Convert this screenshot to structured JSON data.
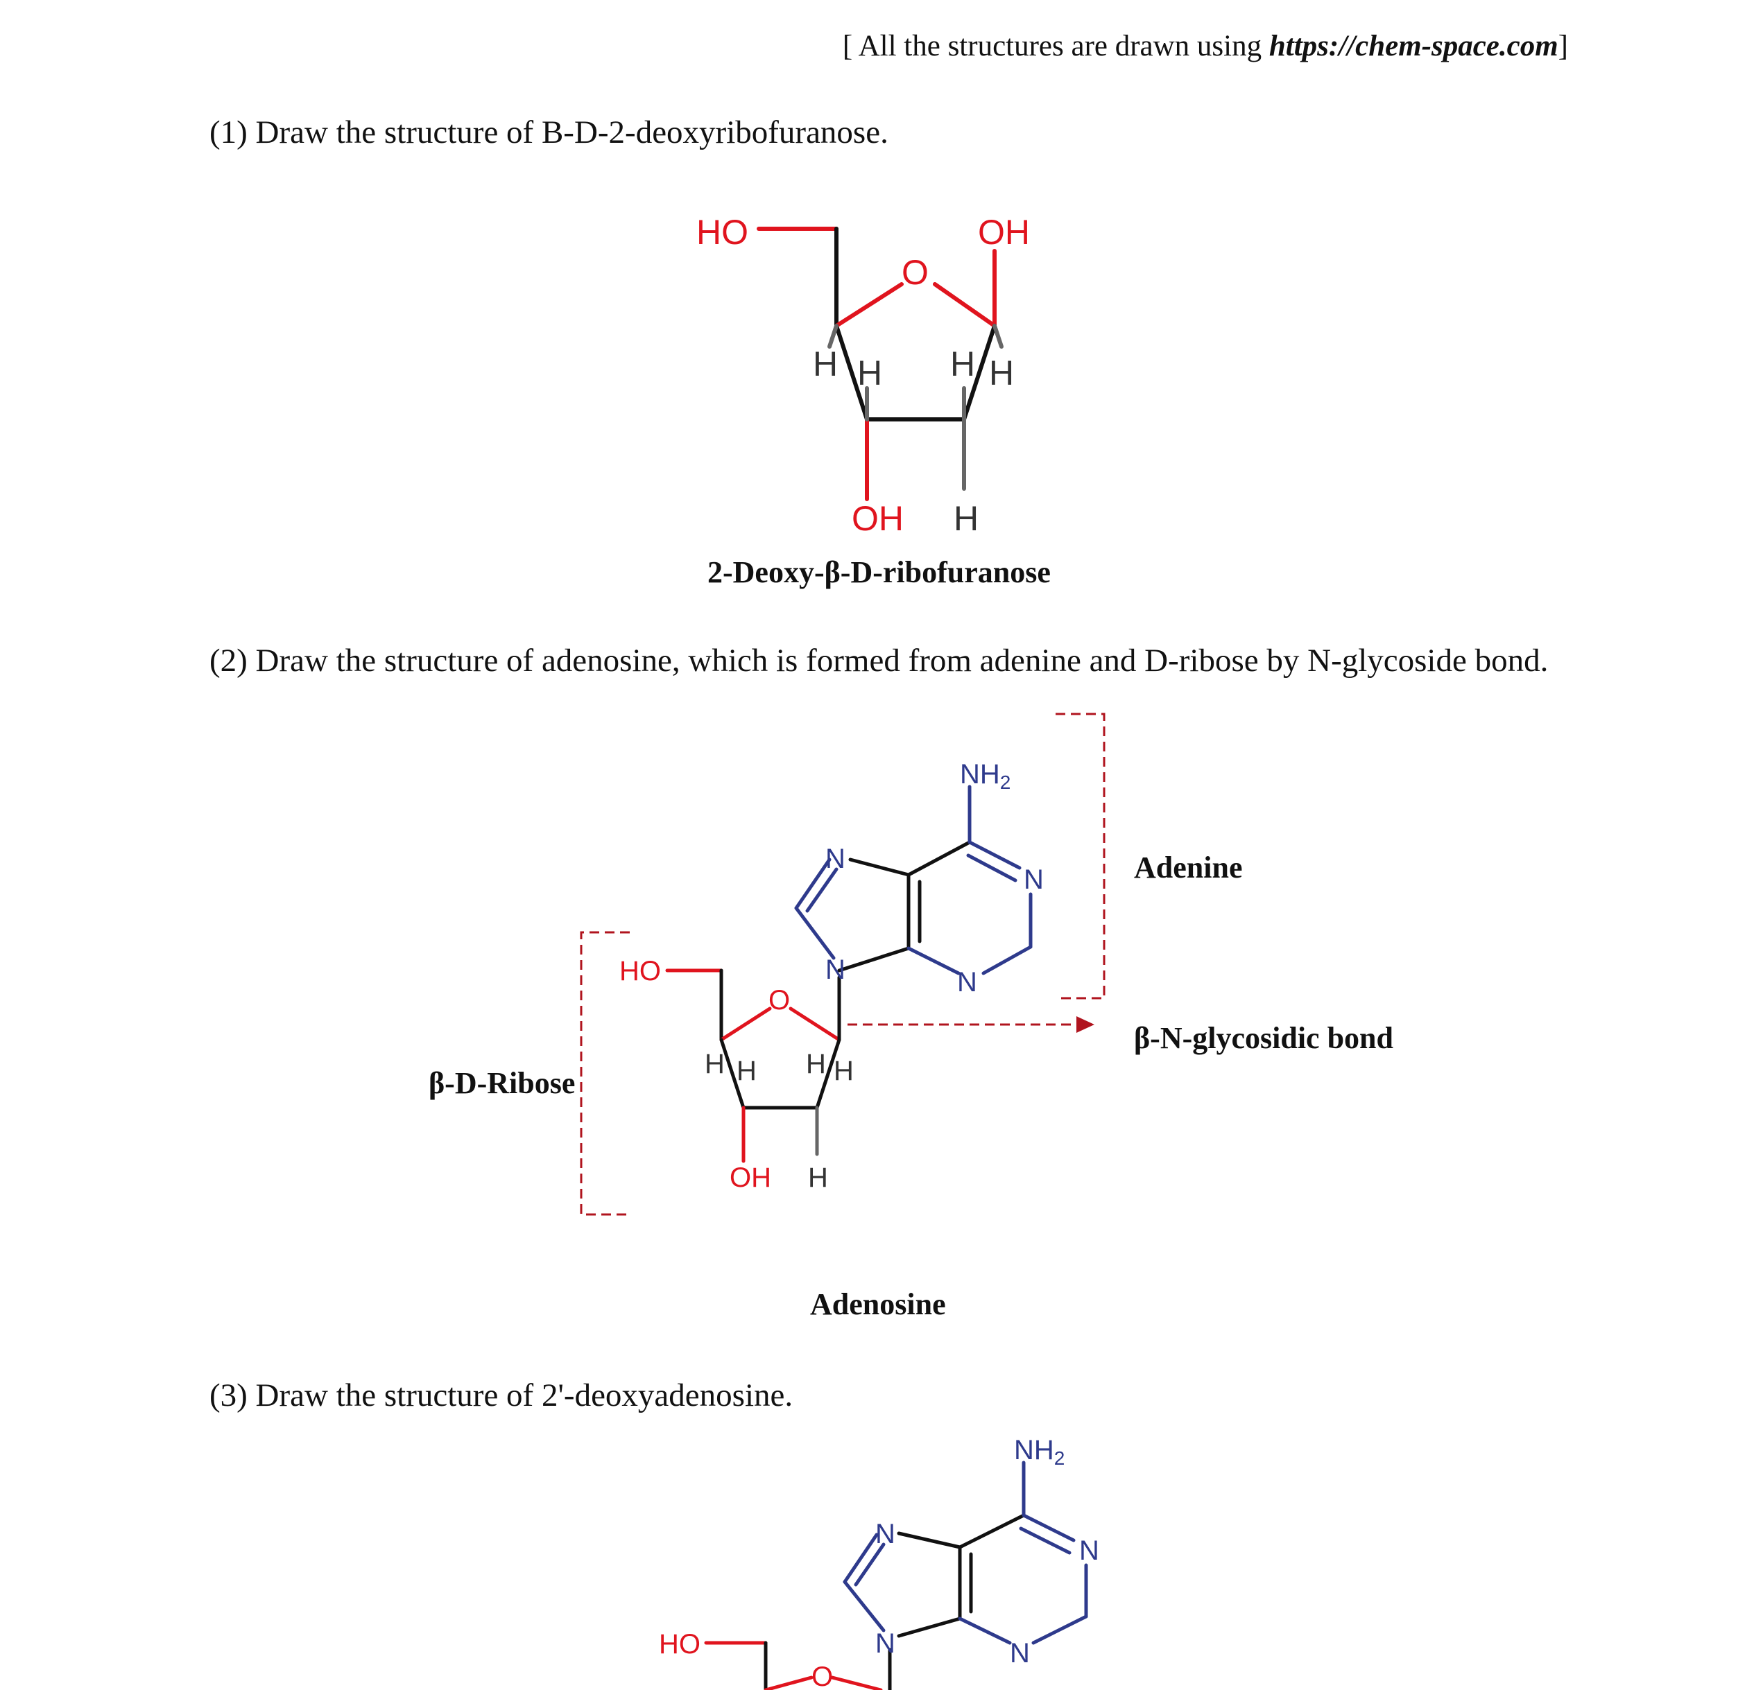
{
  "note": {
    "prefix": "[ All the structures are drawn using ",
    "link": "https://chem-space.com",
    "suffix": "]"
  },
  "questions": [
    {
      "text": "(1) Draw the structure of B-D-2-deoxyribofuranose."
    },
    {
      "text": "(2) Draw the structure of adenosine, which is formed from adenine and D-ribose by N-glycoside bond."
    },
    {
      "text": "(3) Draw the structure of 2'-deoxyadenosine."
    }
  ],
  "captions": {
    "deoxyribose": "2-Deoxy-β-D-ribofuranose",
    "adenosine": "Adenosine",
    "adenine": "Adenine",
    "glycosidic": "β-N-glycosidic bond",
    "ribose": "β-D-Ribose"
  },
  "atoms": {
    "ho": "HO",
    "oh": "OH",
    "o": "O",
    "h": "H",
    "n": "N",
    "nh2": "NH",
    "sub2": "2"
  },
  "colors": {
    "oxygen": "#e0141e",
    "nitrogen": "#2e3a8c",
    "bond": "#111111",
    "annotation": "#b0141e"
  }
}
